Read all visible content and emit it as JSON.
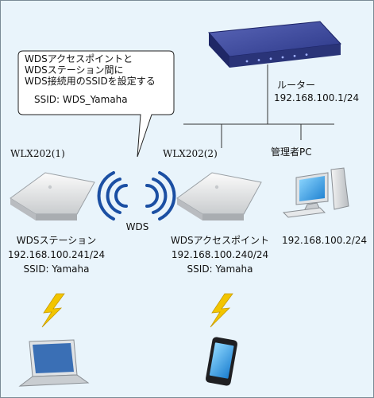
{
  "callout": {
    "line1": "WDSアクセスポイントと",
    "line2": "WDSステーション間に",
    "line3": "WDS接続用のSSIDを設定する",
    "ssid": "SSID: WDS_Yamaha"
  },
  "router": {
    "label": "ルーター",
    "ip": "192.168.100.1/24"
  },
  "admin_pc": {
    "label": "管理者PC",
    "ip": "192.168.100.2/24"
  },
  "ap1": {
    "model": "WLX202(1)",
    "role": "WDSステーション",
    "ip": "192.168.100.241/24",
    "ssid": "SSID: Yamaha"
  },
  "ap2": {
    "model": "WLX202(2)",
    "role": "WDSアクセスポイント",
    "ip": "192.168.100.240/24",
    "ssid": "SSID: Yamaha"
  },
  "link": {
    "label": "WDS"
  },
  "icons": {
    "router": "router-icon",
    "pc": "desktop-pc-icon",
    "ap": "access-point-icon",
    "wireless": "wireless-waves-icon",
    "lightning": "lightning-icon",
    "laptop": "laptop-icon",
    "phone": "smartphone-icon"
  },
  "colors": {
    "background": "#e9f4fb",
    "router_body": "#2d3a8c",
    "wireless": "#1b4fa3",
    "lightning": "#f2c500"
  }
}
